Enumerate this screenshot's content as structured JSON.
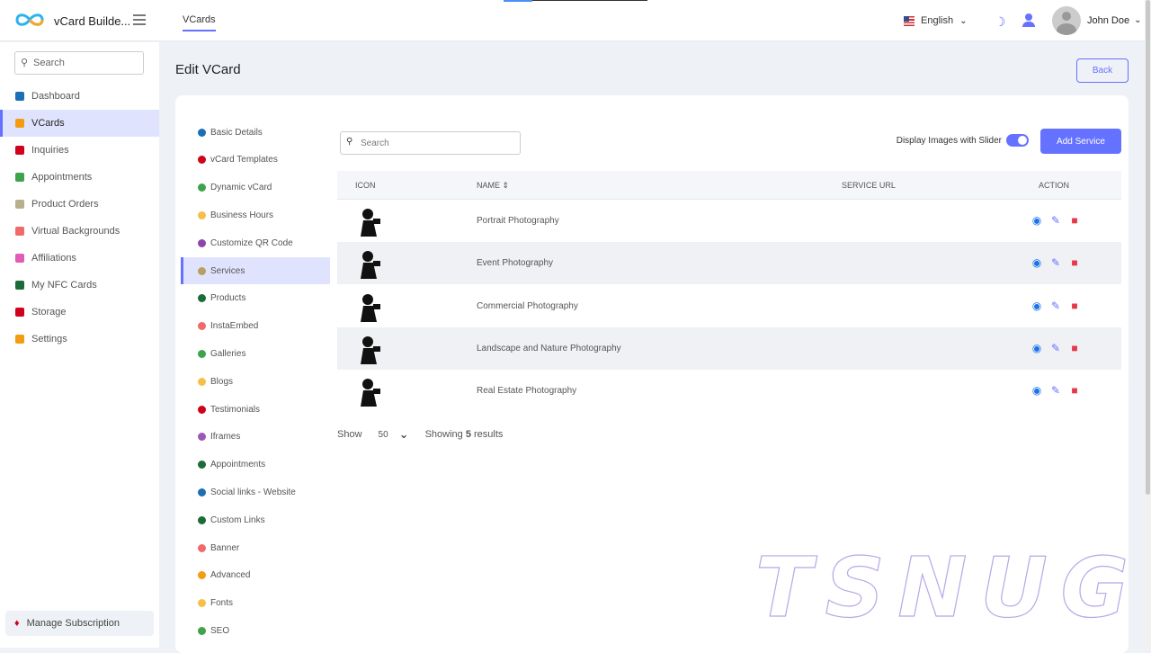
{
  "header": {
    "brand": "vCard Builde...",
    "tab": "VCards",
    "language": "English",
    "user": "John Doe"
  },
  "sidebar": {
    "search_placeholder": "Search",
    "items": [
      {
        "label": "Dashboard",
        "color": "#1a6fb5"
      },
      {
        "label": "VCards",
        "color": "#f39c12"
      },
      {
        "label": "Inquiries",
        "color": "#d0021b"
      },
      {
        "label": "Appointments",
        "color": "#3fa34d"
      },
      {
        "label": "Product Orders",
        "color": "#b8b08a"
      },
      {
        "label": "Virtual Backgrounds",
        "color": "#f06a6a"
      },
      {
        "label": "Affiliations",
        "color": "#e05cb5"
      },
      {
        "label": "My NFC Cards",
        "color": "#1e6b3a"
      },
      {
        "label": "Storage",
        "color": "#d0021b"
      },
      {
        "label": "Settings",
        "color": "#f39c12"
      }
    ],
    "active": "VCards",
    "manage": "Manage Subscription"
  },
  "page": {
    "title": "Edit VCard",
    "back": "Back"
  },
  "edit_nav": [
    {
      "label": "Basic Details",
      "color": "#1a6fb5"
    },
    {
      "label": "vCard Templates",
      "color": "#d0021b"
    },
    {
      "label": "Dynamic vCard",
      "color": "#3fa34d"
    },
    {
      "label": "Business Hours",
      "color": "#f5c04a"
    },
    {
      "label": "Customize QR Code",
      "color": "#8e44ad"
    },
    {
      "label": "Services",
      "color": "#b8a060"
    },
    {
      "label": "Products",
      "color": "#1e6b3a"
    },
    {
      "label": "InstaEmbed",
      "color": "#f06a6a"
    },
    {
      "label": "Galleries",
      "color": "#3fa34d"
    },
    {
      "label": "Blogs",
      "color": "#f5c04a"
    },
    {
      "label": "Testimonials",
      "color": "#d0021b"
    },
    {
      "label": "Iframes",
      "color": "#9b59b6"
    },
    {
      "label": "Appointments",
      "color": "#1e6b3a"
    },
    {
      "label": "Social links - Website",
      "color": "#1a6fb5"
    },
    {
      "label": "Custom Links",
      "color": "#1e6b3a"
    },
    {
      "label": "Banner",
      "color": "#f06a6a"
    },
    {
      "label": "Advanced",
      "color": "#f39c12"
    },
    {
      "label": "Fonts",
      "color": "#f5c04a"
    },
    {
      "label": "SEO",
      "color": "#3fa34d"
    }
  ],
  "services": {
    "search_placeholder": "Search",
    "slider_label": "Display Images with Slider",
    "slider_on": true,
    "add_label": "Add Service",
    "columns": [
      "ICON",
      "NAME",
      "SERVICE URL",
      "ACTION"
    ],
    "name_sort": "⇕",
    "rows": [
      {
        "name": "Portrait Photography",
        "url": ""
      },
      {
        "name": "Event Photography",
        "url": ""
      },
      {
        "name": "Commercial Photography",
        "url": ""
      },
      {
        "name": "Landscape and Nature Photography",
        "url": ""
      },
      {
        "name": "Real Estate Photography",
        "url": ""
      }
    ],
    "show_label": "Show",
    "per_page": "50",
    "showing_prefix": "Showing",
    "count": "5",
    "showing_suffix": "results"
  },
  "watermark": "TSNUG"
}
